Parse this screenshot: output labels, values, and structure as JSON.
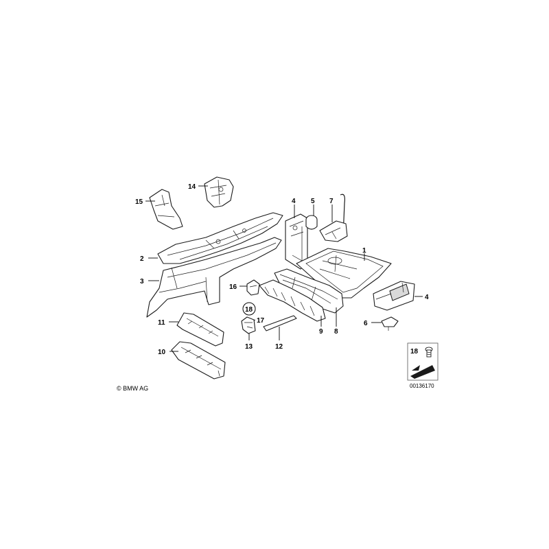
{
  "diagram": {
    "callouts": [
      "1",
      "2",
      "3",
      "4",
      "4",
      "5",
      "6",
      "7",
      "8",
      "9",
      "10",
      "11",
      "12",
      "13",
      "14",
      "15",
      "16",
      "17",
      "18"
    ],
    "circled_callout": "18",
    "legend": {
      "number": "18"
    },
    "copyright": "© BMW AG",
    "reference_number": "00136170"
  }
}
